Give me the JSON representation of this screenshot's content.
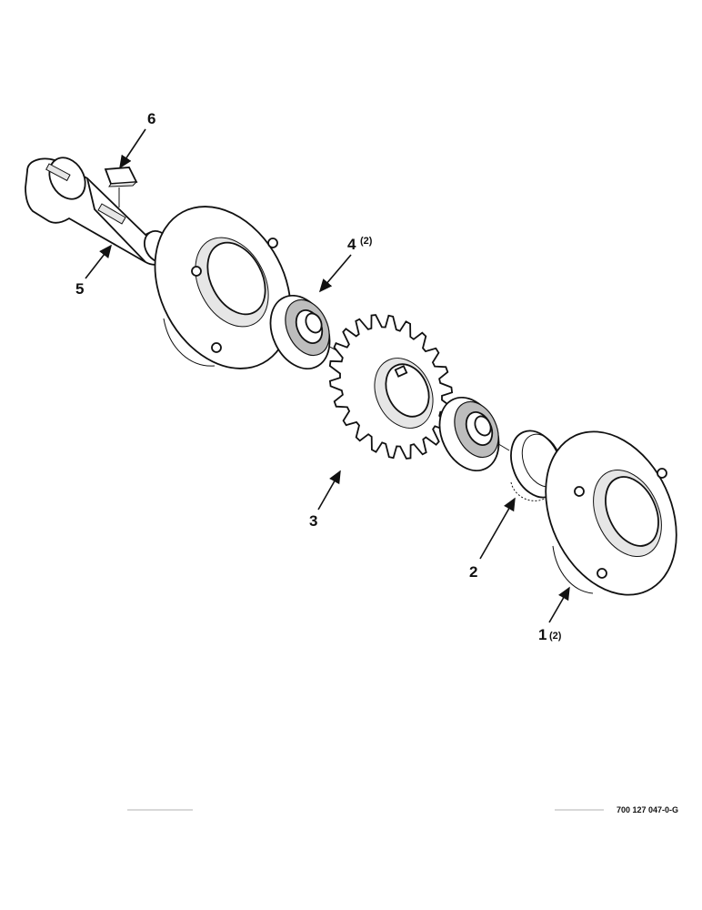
{
  "callouts": {
    "p1": {
      "num": "1",
      "qty": "(2)"
    },
    "p2": {
      "num": "2"
    },
    "p3": {
      "num": "3"
    },
    "p4": {
      "num": "4",
      "qty": "(2)"
    },
    "p5": {
      "num": "5"
    },
    "p6": {
      "num": "6"
    }
  },
  "figure_ref": "700 127 047-0-G"
}
